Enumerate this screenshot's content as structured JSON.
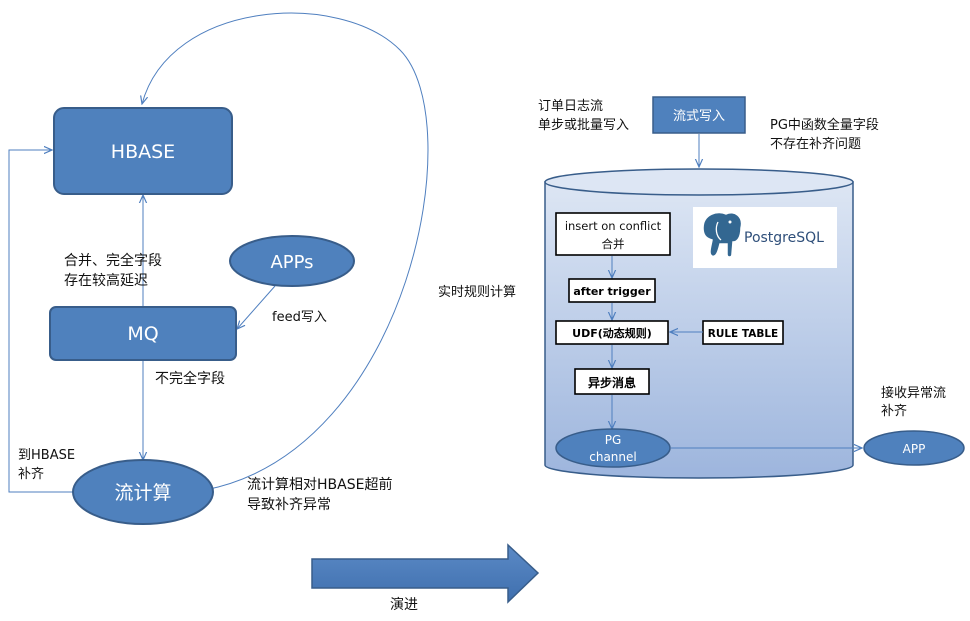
{
  "left": {
    "hbase": "HBASE",
    "mq": "MQ",
    "apps": "APPs",
    "stream": "流计算",
    "merge_note": [
      "合并、完全字段",
      "存在较高延迟"
    ],
    "feed_label": "feed写入",
    "incomplete_label": "不完全字段",
    "to_hbase_note": [
      "到HBASE",
      "补齐"
    ],
    "stream_note": [
      "流计算相对HBASE超前",
      "导致补齐异常"
    ]
  },
  "arrow_label": "演进",
  "right": {
    "order_note": [
      "订单日志流",
      "单步或批量写入"
    ],
    "stream_write": "流式写入",
    "pg_note": [
      "PG中函数全量字段",
      "不存在补齐问题"
    ],
    "realtime_label": "实时规则计算",
    "insert_box": [
      "insert on conflict",
      "合并"
    ],
    "postgres_logo": "PostgreSQL",
    "trigger_box": "after trigger",
    "udf_box": "UDF(动态规则)",
    "rule_table": "RULE TABLE",
    "async_box": "异步消息",
    "pg_channel": [
      "PG",
      "channel"
    ],
    "app": "APP",
    "receive_note": [
      "接收异常流",
      "补齐"
    ]
  },
  "colors": {
    "node_fill": "#4f81bd",
    "node_stroke": "#385d8a",
    "cylinder_top": "#dbe4f3",
    "cylinder_bottom": "#9fb6de",
    "connector": "#4f7fbf"
  }
}
